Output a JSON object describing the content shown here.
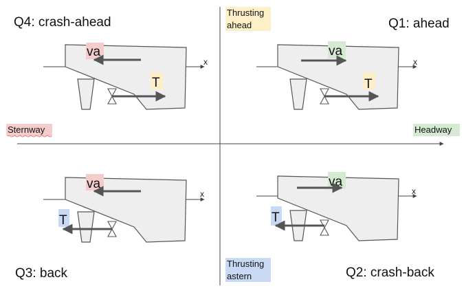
{
  "axes": {
    "vertical_top": [
      "Thrusting",
      "ahead"
    ],
    "vertical_bottom": [
      "Thrusting",
      "astern"
    ],
    "horizontal_left": "Sternway",
    "horizontal_right": "Headway"
  },
  "quadrants": {
    "q1": {
      "title": "Q1: ahead",
      "va_label": "va",
      "thrust_label": "T",
      "axis_label": "x"
    },
    "q2": {
      "title": "Q2: crash-back",
      "va_label": "va",
      "thrust_label": "T",
      "axis_label": "x"
    },
    "q3": {
      "title": "Q3: back",
      "va_label": "va",
      "thrust_label": "T",
      "axis_label": "x"
    },
    "q4": {
      "title": "Q4: crash-ahead",
      "va_label": "va",
      "thrust_label": "T",
      "axis_label": "x"
    }
  },
  "colors": {
    "ahead_highlight": "#fdefc8",
    "astern_highlight": "#c9d9f3",
    "sternway_highlight": "#f5cccc",
    "headway_highlight": "#d6ead3",
    "hull_fill": "#eeeeee",
    "arrow": "#555555"
  }
}
